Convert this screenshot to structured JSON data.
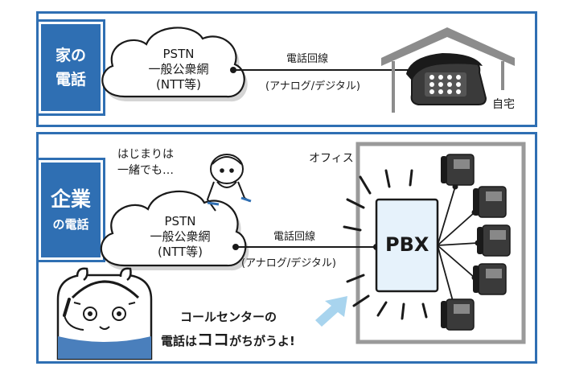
{
  "home": {
    "tab_line1": "家の",
    "tab_line2": "電話",
    "cloud_lines": [
      "PSTN",
      "一般公衆網",
      "(NTT等)"
    ],
    "line_label": "電話回線",
    "line_sublabel": "(アナログ/デジタル)",
    "house_label": "自宅"
  },
  "business": {
    "tab_big": "企業",
    "tab_small": "の電話",
    "cloud_lines": [
      "PSTN",
      "一般公衆網",
      "(NTT等)"
    ],
    "line_label": "電話回線",
    "line_sublabel": "(アナログ/デジタル)",
    "office_label": "オフィス",
    "pbx_label": "PBX",
    "bubble_line1": "はじまりは",
    "bubble_line2": "一緒でも…",
    "speech_line1": "コールセンターの",
    "speech_line2_a": "電話は",
    "speech_line2_b": "ココ",
    "speech_line2_c": "がちがうよ!"
  },
  "colors": {
    "accent": "#2f6fb3",
    "pbx_fill": "#e6f2fb",
    "arrow": "#a8d4ee",
    "house": "#8c8c8c"
  },
  "icons": [
    "cloud-icon",
    "house-icon",
    "desk-phone-icon",
    "ip-phone-icon",
    "pbx-box-icon",
    "operator-bear-icon",
    "arrow-icon"
  ]
}
